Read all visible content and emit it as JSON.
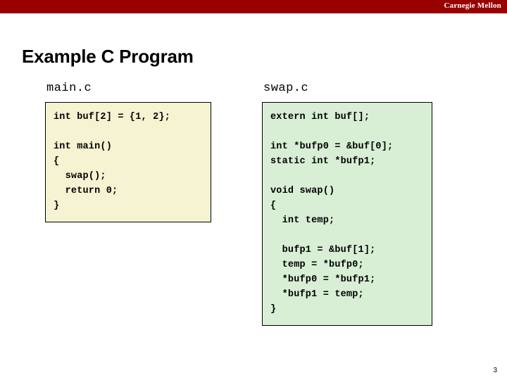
{
  "banner": {
    "institution": "Carnegie Mellon",
    "color": "#990000"
  },
  "slide": {
    "title": "Example C Program",
    "page_number": "3"
  },
  "columns": {
    "left": {
      "file_label": "main.c",
      "box_color": "#F6F3D2",
      "code": "int buf[2] = {1, 2};\n\nint main()\n{\n  swap();\n  return 0;\n}"
    },
    "right": {
      "file_label": "swap.c",
      "box_color": "#D8EFD5",
      "code": "extern int buf[];\n\nint *bufp0 = &buf[0];\nstatic int *bufp1;\n\nvoid swap()\n{\n  int temp;\n\n  bufp1 = &buf[1];\n  temp = *bufp0;\n  *bufp0 = *bufp1;\n  *bufp1 = temp;\n}"
    }
  }
}
